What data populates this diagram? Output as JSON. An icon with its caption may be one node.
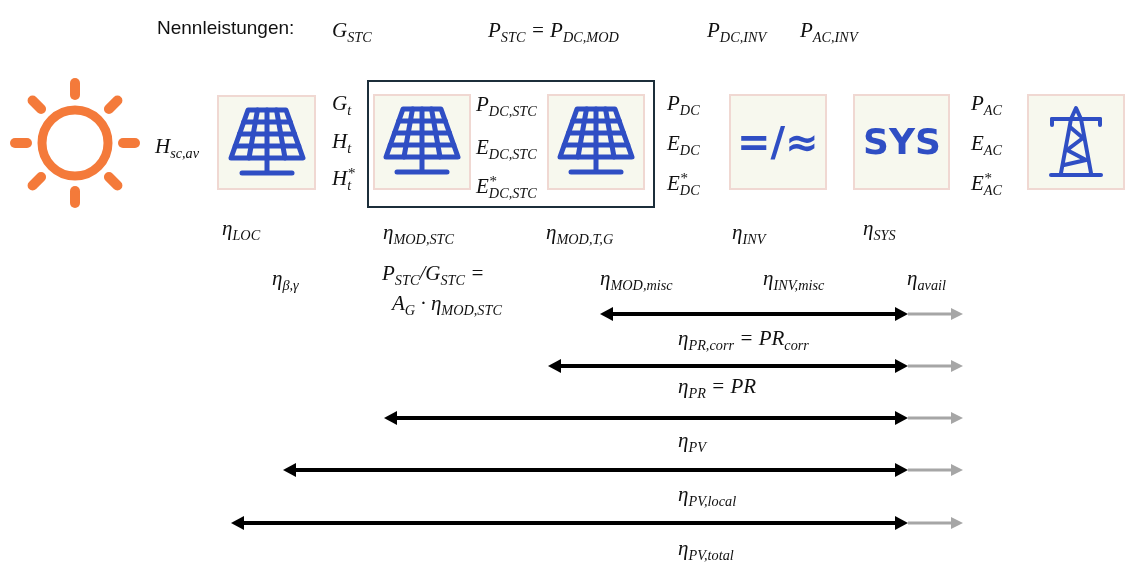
{
  "diagram": {
    "nodes": [
      {
        "text": [],
        "shape": "picture"
      },
      {
        "text": [],
        "shape": "picture",
        "beside": [
          "η$_{LOC}$"
        ]
      },
      {
        "text": [],
        "shape": "box"
      },
      {
        "text": [],
        "shape": "picture",
        "in": 2,
        "beside": [
          "η$_{MOD,STC}$"
        ]
      },
      {
        "text": [],
        "shape": "picture",
        "in": 2,
        "beside": [
          "η$_{MOD,T,G}$"
        ]
      },
      {
        "text": [
          "=/≈"
        ],
        "beside": [
          "η$_{INV}$"
        ]
      },
      {
        "text": [
          "SYS"
        ],
        "beside": [
          "η$_{SYS}$"
        ]
      },
      {
        "text": [],
        "shape": "picture"
      }
    ],
    "labels": [
      "Nennleistungen:",
      "G$_{STC}$",
      "P$_{STC}$ = P$_{DC,MOD}$",
      "P$_{DC,INV}$",
      "P$_{AC,INV}$",
      "H$_{sc,av}$",
      "G$_{t}$",
      "H$_{t}$",
      "H$_{t}$$^{*}$",
      "P$_{DC,STC}$",
      "E$_{DC,STC}$",
      "E$_{DC,STC}$$^{*}$",
      "P$_{DC}$",
      "E$_{DC}$",
      "E$_{DC}$$^{*}$",
      "P$_{AC}$",
      "E$_{AC}$",
      "E$_{AC}$$^{*}$",
      "η$_{β,γ}$",
      "P$_{STC}$/G$_{STC}$ = A$_{G}$ · η$_{MOD,STC}$",
      "η$_{MOD,misc}$",
      "η$_{INV,misc}$",
      "η$_{avail}$",
      "η$_{PR,corr}$ = PR$_{corr}$",
      "η$_{PR}$ = PR",
      "η$_{PV}$",
      "η$_{PV,local}$",
      "η$_{PV,total}$"
    ]
  }
}
